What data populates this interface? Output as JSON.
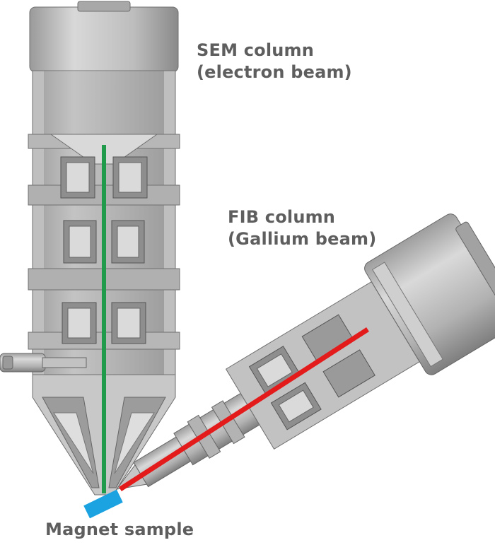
{
  "labels": {
    "sem_line1": "SEM column",
    "sem_line2": "(electron beam)",
    "fib_line1": "FIB column",
    "fib_line2": "(Gallium beam)",
    "sample": "Magnet sample"
  },
  "beams": {
    "electron_color": "#1f9b4b",
    "gallium_color": "#e41b1b"
  },
  "sample_color": "#1aa3e0"
}
